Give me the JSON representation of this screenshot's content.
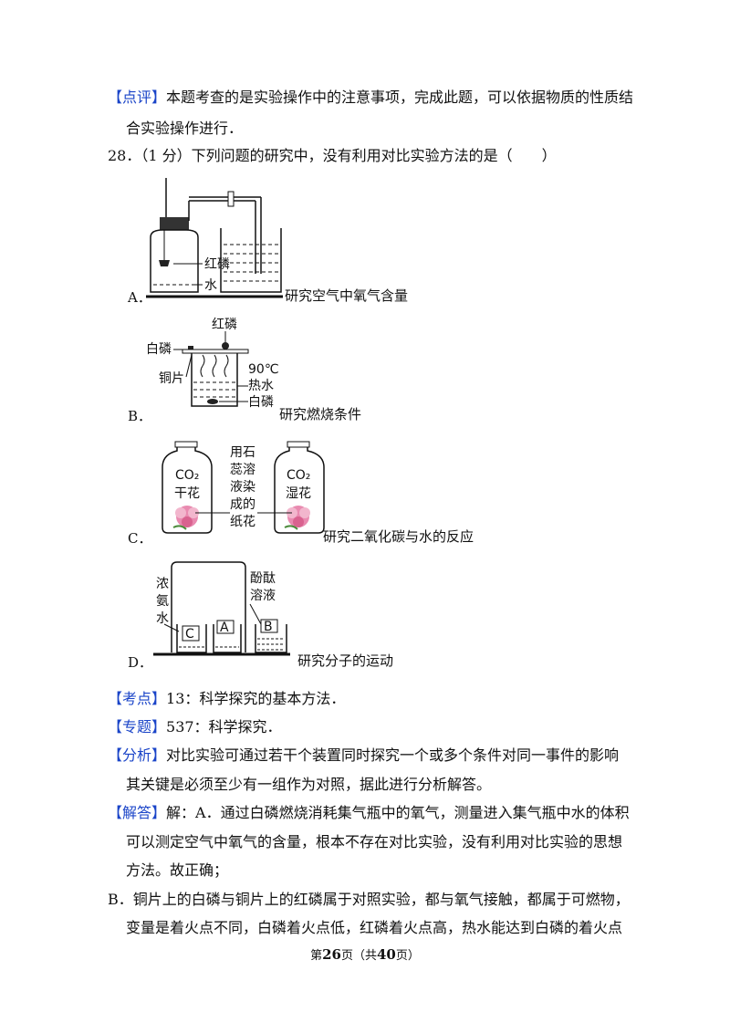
{
  "comment_block": {
    "tag": "【点评】",
    "line1": "本题考查的是实验操作中的注意事项，完成此题，可以依据物质的性质结",
    "line2": "合实验操作进行．"
  },
  "question": {
    "text": "28．（1 分）下列问题的研究中，没有利用对比实验方法的是（　　）"
  },
  "options": {
    "a": {
      "letter": "A．",
      "caption": "研究空气中氧气含量",
      "labels": [
        "红磷",
        "水"
      ]
    },
    "b": {
      "letter": "B．",
      "caption": "研究燃烧条件",
      "labels": [
        "红磷",
        "白磷",
        "铜片",
        "90℃",
        "热水",
        "白磷"
      ]
    },
    "c": {
      "letter": "C．",
      "caption": "研究二氧化碳与水的反应",
      "left_gas": "CO₂",
      "left_flower": "干花",
      "right_gas": "CO₂",
      "right_flower": "湿花",
      "middle": [
        "用石",
        "蕊溶",
        "液染",
        "成的",
        "纸花"
      ]
    },
    "d": {
      "letter": "D．",
      "caption": "研究分子的运动",
      "left_label": [
        "浓",
        "氨",
        "水"
      ],
      "right_label": [
        "酚酞",
        "溶液"
      ],
      "beakers": [
        "C",
        "A",
        "B"
      ]
    }
  },
  "analysis": {
    "kaodian_tag": "【考点】",
    "kaodian": "13：科学探究的基本方法．",
    "zhuanti_tag": "【专题】",
    "zhuanti": "537：科学探究．",
    "fenxi_tag": "【分析】",
    "fenxi1": "对比实验可通过若干个装置同时探究一个或多个条件对同一事件的影响",
    "fenxi2": "其关键是必须至少有一组作为对照，据此进行分析解答。",
    "jieda_tag": "【解答】",
    "jieda1": "解：A．通过白磷燃烧消耗集气瓶中的氧气，测量进入集气瓶中水的体积",
    "jieda2": "可以测定空气中氧气的含量，根本不存在对比实验，没有利用对比实验的思想",
    "jieda3": "方法。故正确；",
    "b1": "B．铜片上的白磷与铜片上的红磷属于对照实验，都与氧气接触，都属于可燃物，",
    "b2": "变量是着火点不同，白磷着火点低，红磷着火点高，热水能达到白磷的着火点"
  },
  "footer": {
    "prefix": "第",
    "page": "26",
    "mid": "页（共",
    "total": "40",
    "suffix": "页）"
  }
}
